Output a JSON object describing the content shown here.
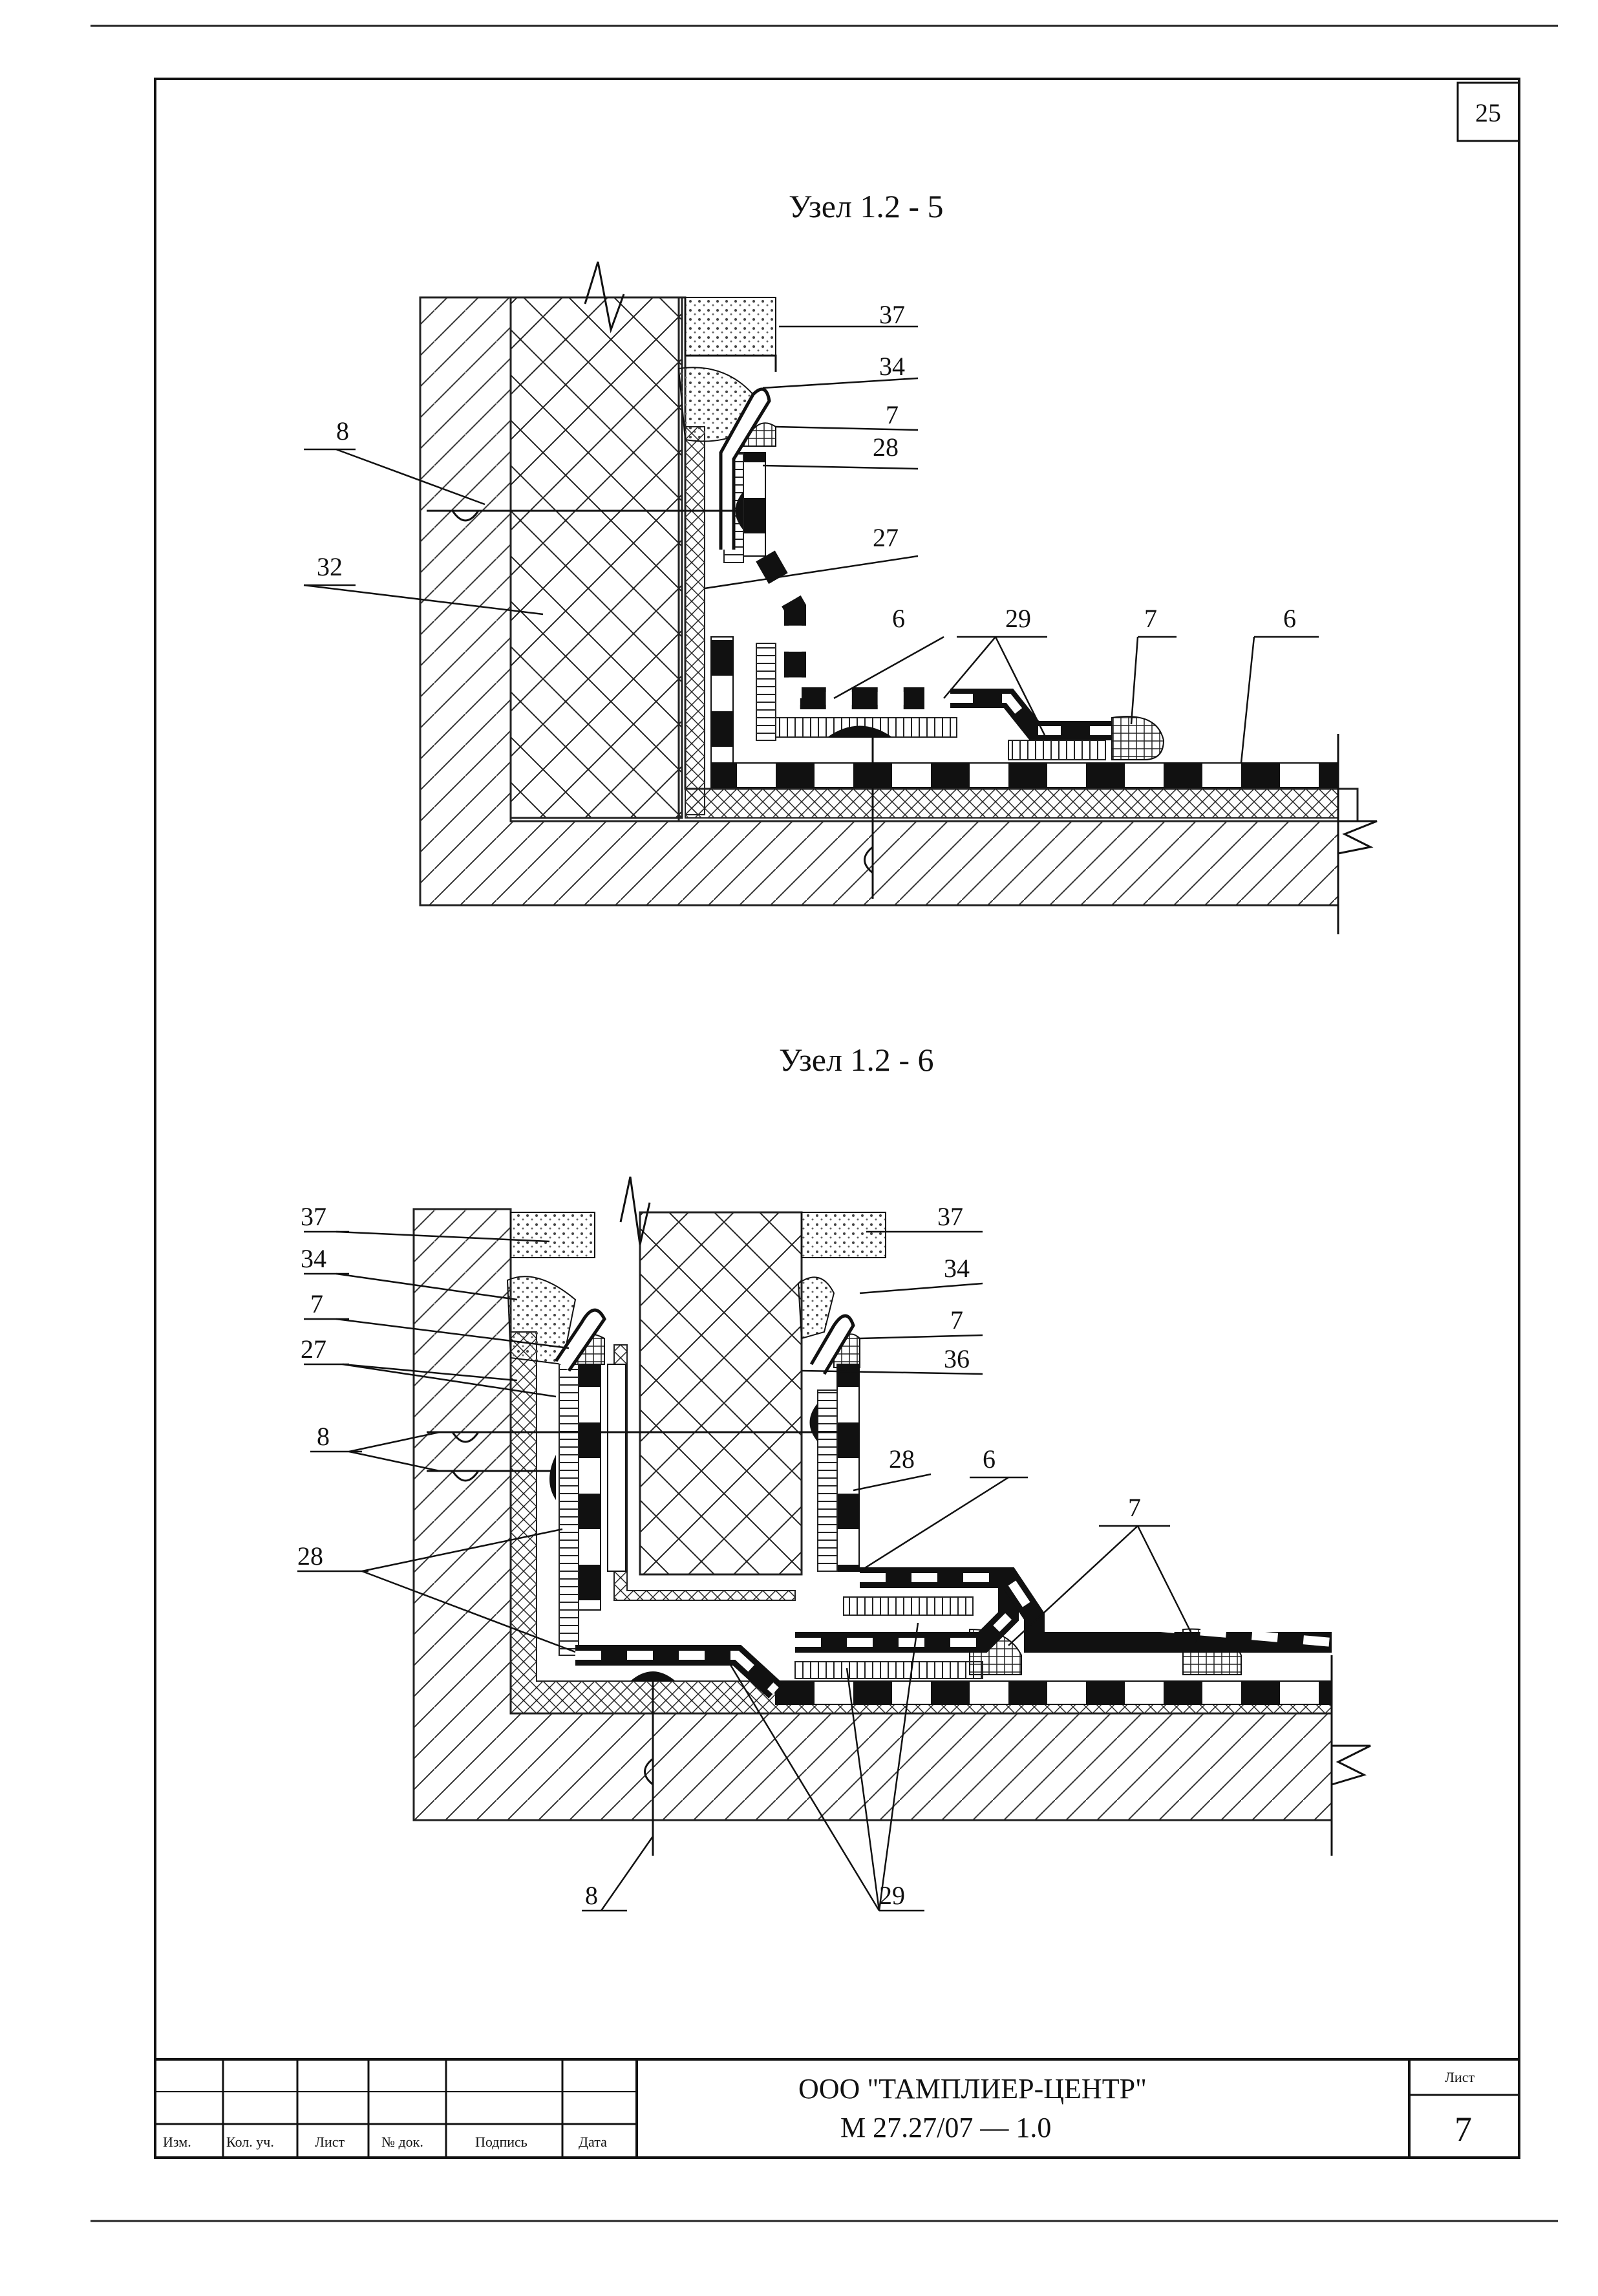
{
  "sheet_number": "25",
  "node_a": {
    "title": "Узел 1.2 - 5",
    "callouts": [
      "37",
      "34",
      "7",
      "28",
      "8",
      "32",
      "27",
      "6",
      "29",
      "7",
      "6"
    ]
  },
  "node_b": {
    "title": "Узел 1.2 - 6",
    "callouts": [
      "37",
      "34",
      "7",
      "27",
      "8",
      "28",
      "37",
      "34",
      "7",
      "36",
      "28",
      "6",
      "7",
      "8",
      "29"
    ]
  },
  "title_block": {
    "company": "ООО \"ТАМПЛИЕР-ЦЕНТР\"",
    "document_code": "М 27.27/07 — 1.0",
    "sheet_label": "Лист",
    "sheet_value": "7",
    "columns": [
      "Изм.",
      "Кол. уч.",
      "Лист",
      "№ док.",
      "Подпись",
      "Дата"
    ]
  }
}
